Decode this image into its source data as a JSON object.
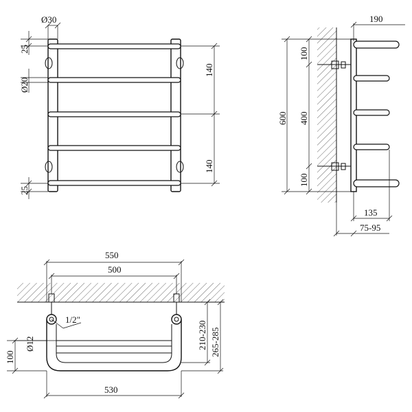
{
  "colors": {
    "line": "#111111",
    "background": "#ffffff"
  },
  "front_view": {
    "tube_diameter": "Ø30",
    "rail_diameter": "Ø20",
    "top_offset": "25",
    "bottom_offset": "25",
    "upper_spacing": "140",
    "lower_spacing": "140"
  },
  "side_view": {
    "depth_total": "190",
    "height_total": "600",
    "top_to_mount": "100",
    "mount_spacing": "400",
    "mount_to_bottom": "100",
    "rail_depth": "135",
    "wall_distance": "75-95"
  },
  "top_view": {
    "outer_width": "550",
    "center_width": "500",
    "connection": "1/2\"",
    "rail_diameter_small": "Ø12",
    "offset_left": "100",
    "depth_inner": "210-230",
    "depth_outer": "265-285",
    "bottom_width": "530"
  }
}
